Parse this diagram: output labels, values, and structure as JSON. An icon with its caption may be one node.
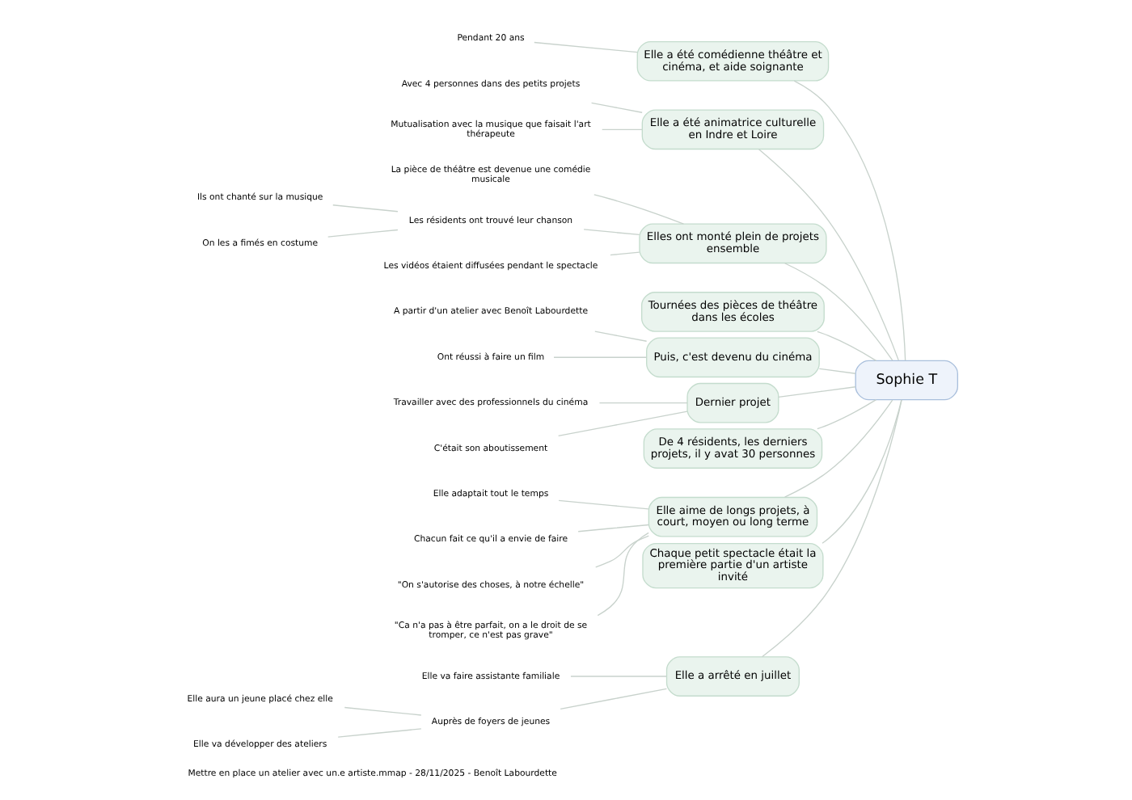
{
  "diagram": {
    "caption": "Mettre en place un atelier avec un.e artiste.mmap - 28/11/2025 - Benoît Labourdette",
    "nodes": [
      {
        "text": [
          "Sophie T"
        ]
      },
      {
        "text": [
          "Elle a été comédienne théâtre et cinéma, et aide soignante"
        ]
      },
      {
        "text": [
          "Pendant 20 ans"
        ]
      },
      {
        "text": [
          "Elle a été animatrice culturelle en Indre et Loire"
        ]
      },
      {
        "text": [
          "Avec 4 personnes dans des petits projets"
        ]
      },
      {
        "text": [
          "Mutualisation avec la musique que faisait l'art thérapeute"
        ]
      },
      {
        "text": [
          "Elles ont monté plein de projets ensemble"
        ]
      },
      {
        "text": [
          "La pièce de théâtre est devenue une comédie musicale"
        ]
      },
      {
        "text": [
          "Les résidents ont trouvé leur chanson"
        ]
      },
      {
        "text": [
          "Ils ont chanté sur la musique"
        ]
      },
      {
        "text": [
          "On les a fimés en costume"
        ]
      },
      {
        "text": [
          "Les vidéos étaient diffusées pendant le spectacle"
        ]
      },
      {
        "text": [
          "Tournées des pièces de théâtre dans les écoles"
        ]
      },
      {
        "text": [
          "Puis, c'est devenu du cinéma"
        ]
      },
      {
        "text": [
          "A partir d'un atelier avec Benoît Labourdette"
        ]
      },
      {
        "text": [
          "Ont réussi à faire un film"
        ]
      },
      {
        "text": [
          "Dernier projet"
        ]
      },
      {
        "text": [
          "Travailler avec des professionnels du cinéma"
        ]
      },
      {
        "text": [
          "C'était son aboutissement"
        ]
      },
      {
        "text": [
          "De 4 résidents, les derniers projets, il y avat 30 personnes"
        ]
      },
      {
        "text": [
          "Elle aime de longs projets, à court, moyen ou long terme"
        ]
      },
      {
        "text": [
          "Elle adaptait tout le temps"
        ]
      },
      {
        "text": [
          "Chacun fait ce qu'il a envie de faire"
        ]
      },
      {
        "text": [
          "\"On s'autorise des choses, à notre échelle\""
        ]
      },
      {
        "text": [
          "\"Ca n'a pas à être parfait, on a le droit de se tromper, ce n'est pas grave\""
        ]
      },
      {
        "text": [
          "Chaque petit spectacle était la première partie d'un artiste invité"
        ]
      },
      {
        "text": [
          "Elle a arrêté en juillet"
        ]
      },
      {
        "text": [
          "Elle va faire assistante familiale"
        ]
      },
      {
        "text": [
          "Auprès de foyers de jeunes"
        ]
      },
      {
        "text": [
          "Elle aura un jeune placé chez elle"
        ]
      },
      {
        "text": [
          "Elle va développer des ateliers"
        ]
      }
    ],
    "edges": [
      {
        "from": 0,
        "to": 1,
        "arrow": "none"
      },
      {
        "from": 1,
        "to": 2,
        "arrow": "none"
      },
      {
        "from": 0,
        "to": 3,
        "arrow": "none"
      },
      {
        "from": 3,
        "to": 4,
        "arrow": "none"
      },
      {
        "from": 3,
        "to": 5,
        "arrow": "none"
      },
      {
        "from": 0,
        "to": 6,
        "arrow": "none"
      },
      {
        "from": 6,
        "to": 7,
        "arrow": "none"
      },
      {
        "from": 6,
        "to": 8,
        "arrow": "none"
      },
      {
        "from": 8,
        "to": 9,
        "arrow": "none"
      },
      {
        "from": 8,
        "to": 10,
        "arrow": "none"
      },
      {
        "from": 6,
        "to": 11,
        "arrow": "none"
      },
      {
        "from": 0,
        "to": 12,
        "arrow": "none"
      },
      {
        "from": 0,
        "to": 13,
        "arrow": "none"
      },
      {
        "from": 13,
        "to": 14,
        "arrow": "none"
      },
      {
        "from": 13,
        "to": 15,
        "arrow": "none"
      },
      {
        "from": 0,
        "to": 16,
        "arrow": "none"
      },
      {
        "from": 16,
        "to": 17,
        "arrow": "none"
      },
      {
        "from": 16,
        "to": 18,
        "arrow": "none"
      },
      {
        "from": 0,
        "to": 19,
        "arrow": "none"
      },
      {
        "from": 0,
        "to": 20,
        "arrow": "none"
      },
      {
        "from": 20,
        "to": 21,
        "arrow": "none"
      },
      {
        "from": 20,
        "to": 22,
        "arrow": "none"
      },
      {
        "from": 20,
        "to": 23,
        "arrow": "none"
      },
      {
        "from": 20,
        "to": 24,
        "arrow": "none"
      },
      {
        "from": 0,
        "to": 25,
        "arrow": "none"
      },
      {
        "from": 0,
        "to": 26,
        "arrow": "none"
      },
      {
        "from": 26,
        "to": 27,
        "arrow": "none"
      },
      {
        "from": 26,
        "to": 28,
        "arrow": "none"
      },
      {
        "from": 28,
        "to": 29,
        "arrow": "none"
      },
      {
        "from": 28,
        "to": 30,
        "arrow": "none"
      }
    ]
  }
}
